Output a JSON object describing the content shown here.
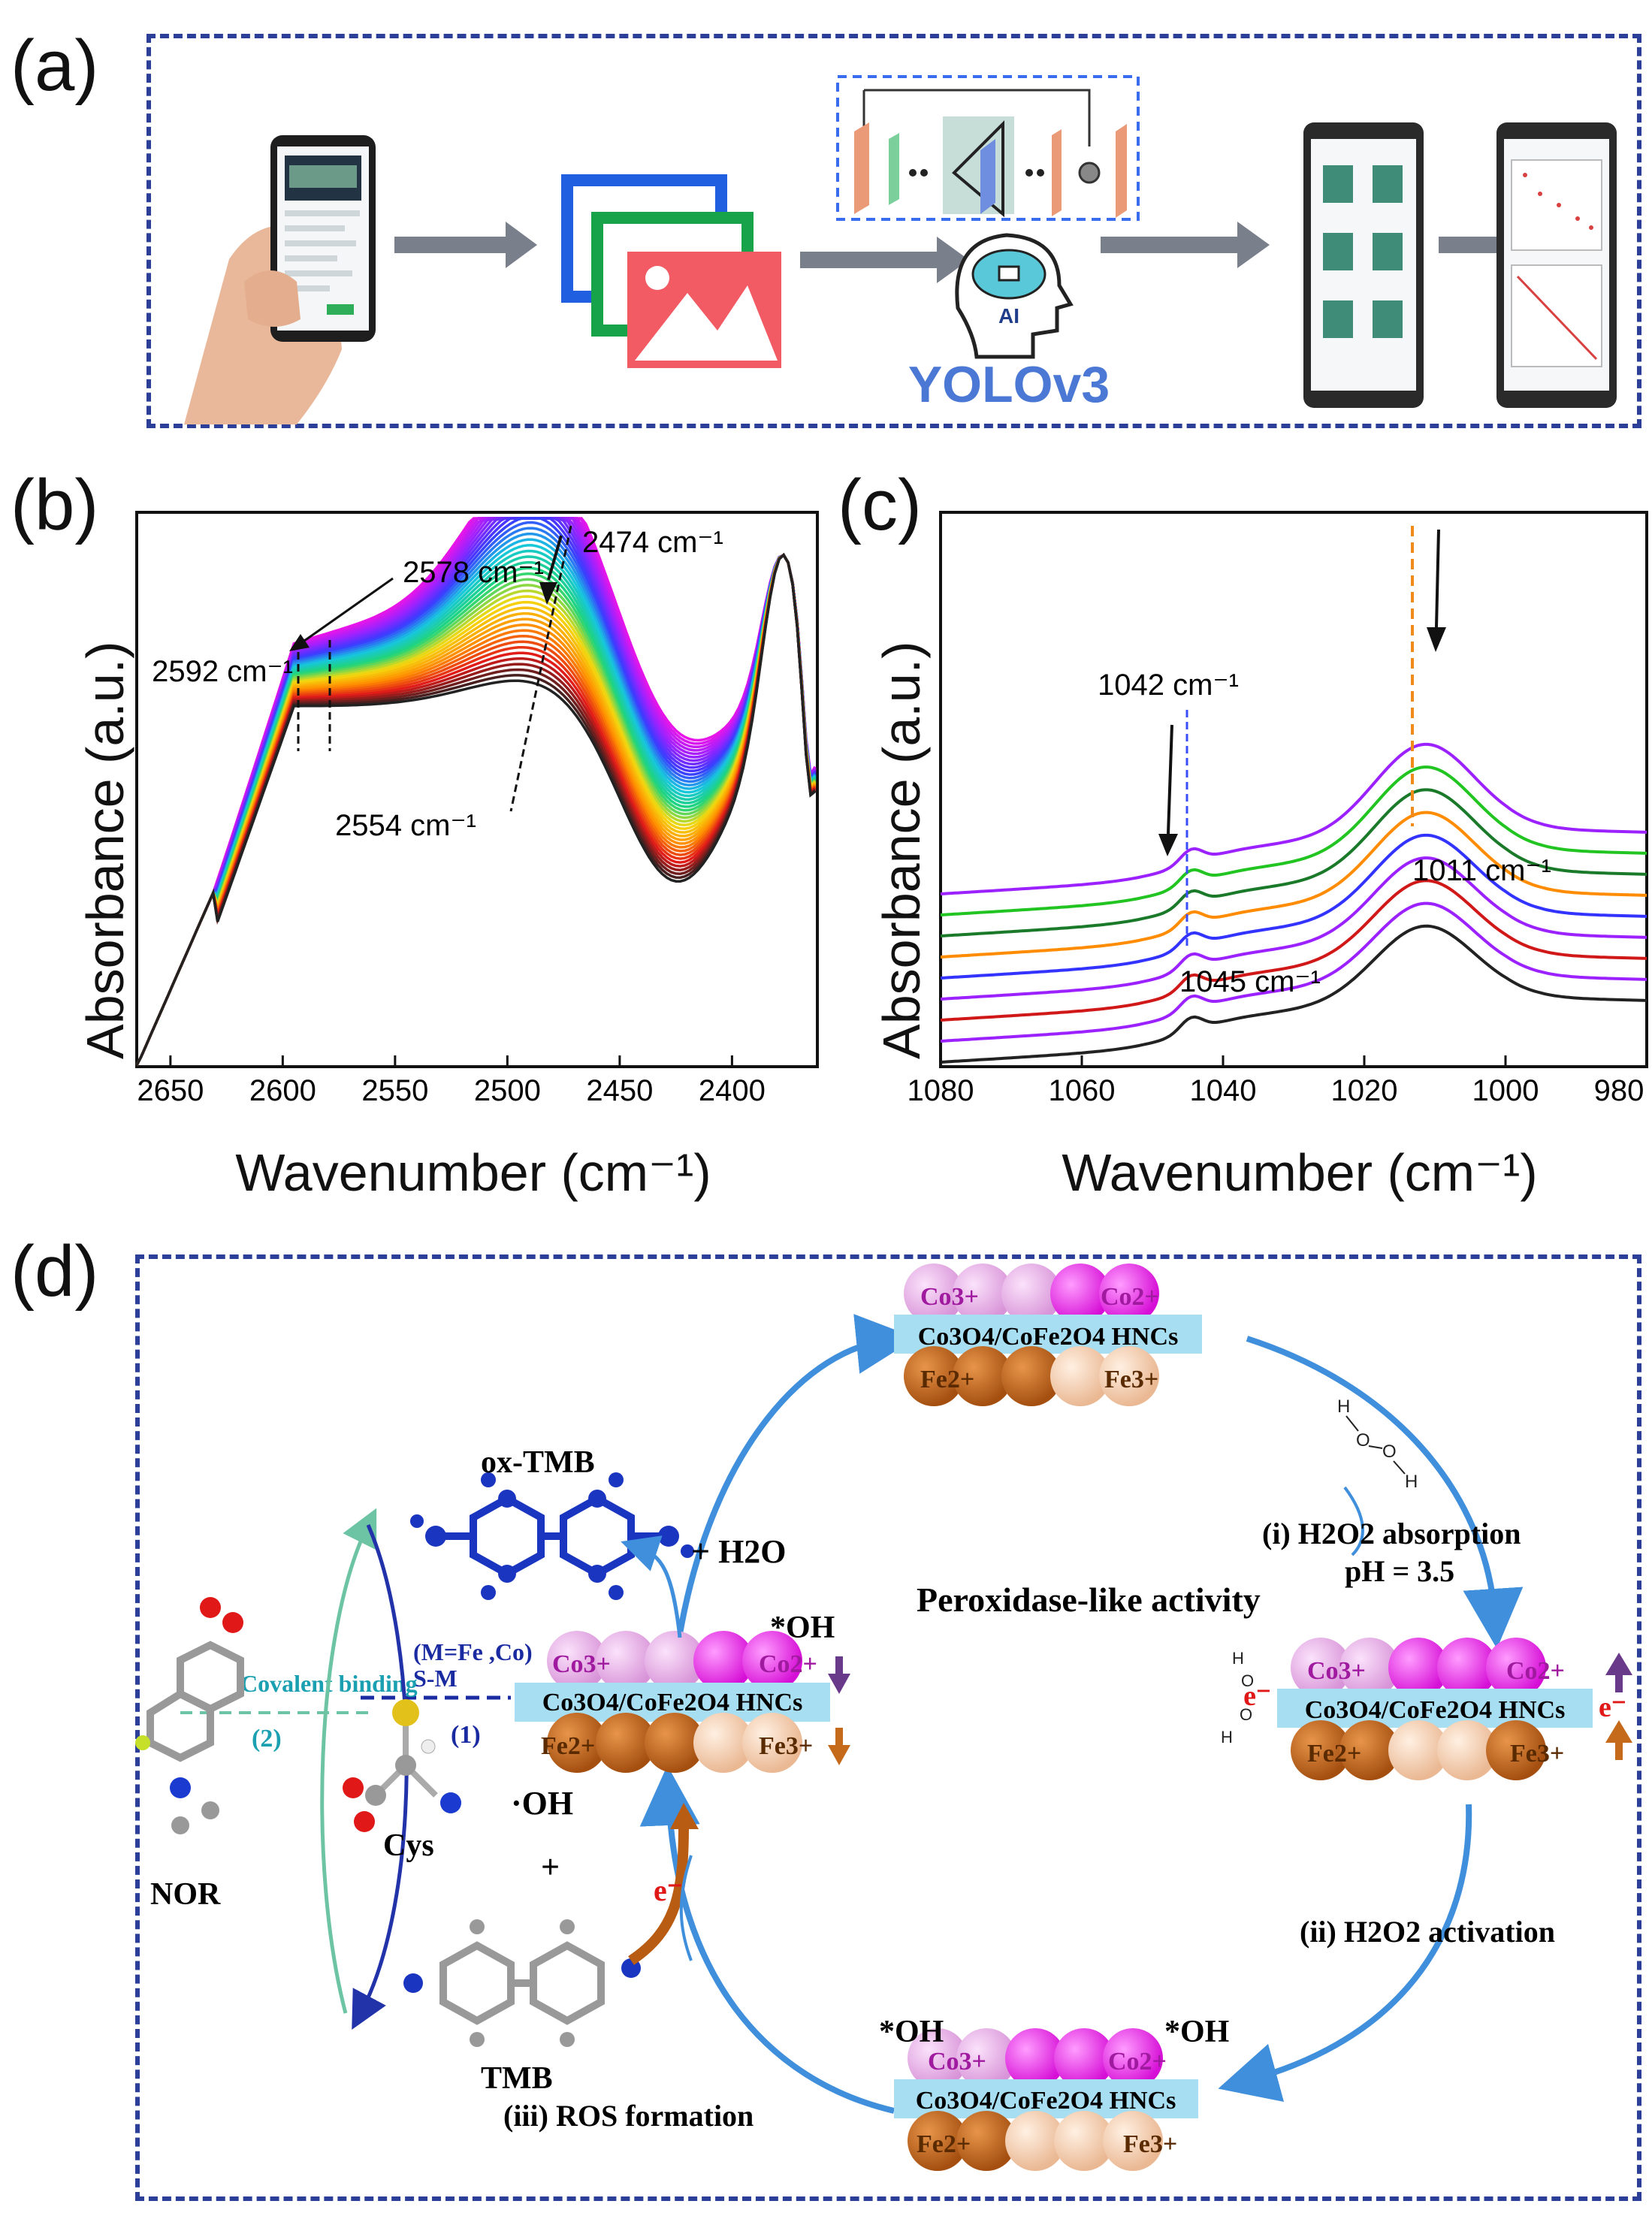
{
  "panels": {
    "a": {
      "letter": "(a)",
      "model_label": "YOLOv3",
      "ai_label": "AI"
    },
    "b": {
      "letter": "(b)",
      "ylabel": "Absorbance (a.u.)",
      "xlabel": "Wavenumber (cm⁻¹)",
      "annotations": [
        "2592 cm⁻¹",
        "2578 cm⁻¹",
        "2474 cm⁻¹",
        "2554 cm⁻¹"
      ]
    },
    "c": {
      "letter": "(c)",
      "ylabel": "Absorbance (a.u.)",
      "xlabel": "Wavenumber (cm⁻¹)",
      "annotations": [
        "1042 cm⁻¹",
        "1011 cm⁻¹",
        "1045 cm⁻¹"
      ]
    },
    "d": {
      "letter": "(d)",
      "center_title": "Peroxidase-like activity",
      "oxtmb": "ox-TMB",
      "h2o": "+ H2O",
      "step_i": "(i) H2O2 absorption",
      "ph": "pH = 3.5",
      "step_ii": "(ii) H2O2 activation",
      "step_iii": "(iii) ROS formation",
      "tmb": "TMB",
      "cys": "Cys",
      "nor": "NOR",
      "oh_radical": "·OH",
      "plus": "+",
      "covalent": "Covalent binding",
      "m_label": "(M=Fe ,Co)",
      "sm": "S-M",
      "num1": "(1)",
      "num2": "(2)",
      "star_oh": "*OH",
      "electron": "e⁻",
      "hncs": "Co3O4/CoFe2O4 HNCs",
      "ions": {
        "co3": "Co3+",
        "co2": "Co2+",
        "fe2": "Fe2+",
        "fe3": "Fe3+"
      }
    }
  },
  "chart_data": [
    {
      "type": "line",
      "panel": "b",
      "xlabel": "Wavenumber (cm⁻¹)",
      "ylabel": "Absorbance (a.u.)",
      "xlim": [
        2665,
        2362
      ],
      "x_ticks": [
        2650,
        2600,
        2550,
        2500,
        2450,
        2400
      ],
      "annotations": [
        "2592 cm⁻¹",
        "2578 cm⁻¹",
        "2474 cm⁻¹",
        "2554 cm⁻¹"
      ],
      "n_series": 40,
      "colors": [
        "#e815e8",
        "#9b22ff",
        "#3b3bff",
        "#17c6e0",
        "#1fd47a",
        "#f5d90f",
        "#ff8c00",
        "#e01a1a",
        "#222222"
      ]
    },
    {
      "type": "line",
      "panel": "c",
      "xlabel": "Wavenumber (cm⁻¹)",
      "ylabel": "Absorbance (a.u.)",
      "xlim": [
        1080,
        980
      ],
      "x_ticks": [
        1080,
        1060,
        1040,
        1020,
        1000,
        980
      ],
      "annotations": [
        "1042 cm⁻¹",
        "1011 cm⁻¹",
        "1045 cm⁻¹"
      ],
      "n_series": 9,
      "colors": [
        "#9b22ff",
        "#22c422",
        "#1a7a2a",
        "#ff8c00",
        "#3333ff",
        "#9b22ff",
        "#d01818",
        "#9b22ff",
        "#222222"
      ]
    }
  ],
  "colors": {
    "frame": "#2b3f99",
    "arrow_gray": "#7a7f8c",
    "yolo_blue": "#4a78d4",
    "pink": "#e61ee6",
    "light_pink": "#e8a2e8",
    "fe_dark": "#b85c14",
    "fe_light": "#f1c9a4",
    "bar_cyan": "#a7def1",
    "cycle_blue": "#3f8fdc"
  }
}
